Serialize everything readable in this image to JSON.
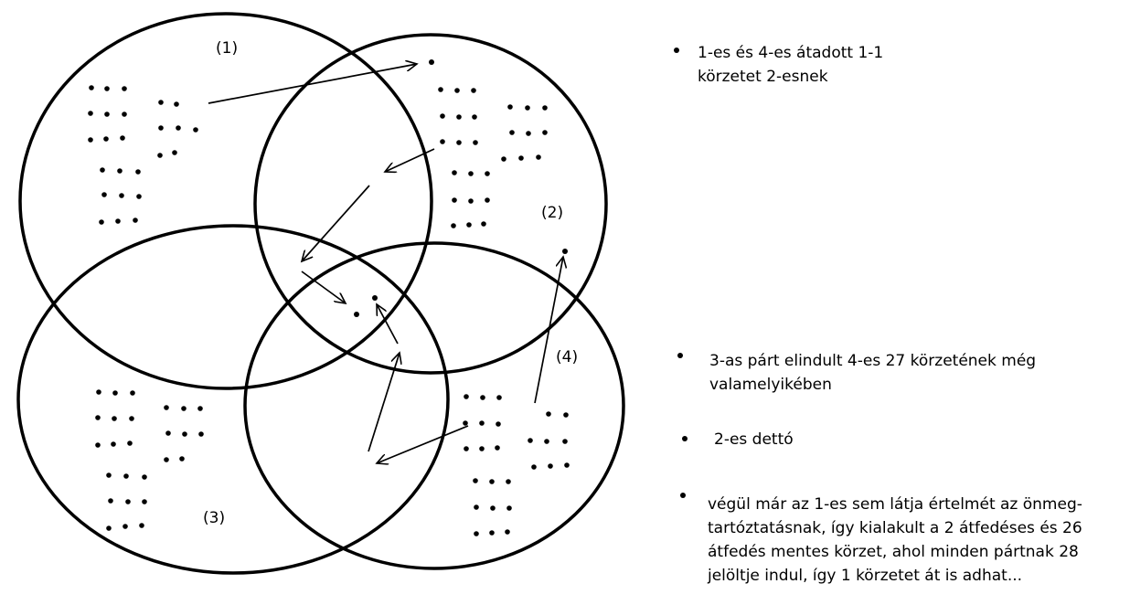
{
  "diagram": {
    "circle_labels": [
      "(1)",
      "(2)",
      "(3)",
      "(4)"
    ],
    "colors": {
      "stroke": "#000000",
      "background": "#ffffff"
    }
  },
  "notes": [
    {
      "lines": [
        "1-es és 4-es átadott 1-1",
        "körzetet 2-esnek"
      ]
    },
    {
      "lines": [
        "3-as párt elindult 4-es 27 körzetének még",
        "valamelyikében"
      ]
    },
    {
      "lines": [
        "2-es dettó"
      ]
    },
    {
      "lines": [
        "végül már az 1-es sem látja értelmét az önmeg-",
        "tartóztatásnak, így kialakult a 2 átfedéses és 26",
        "átfedés mentes körzet, ahol minden pártnak 28",
        "jelöltje indul, így 1 körzetet át is adhat..."
      ]
    }
  ]
}
